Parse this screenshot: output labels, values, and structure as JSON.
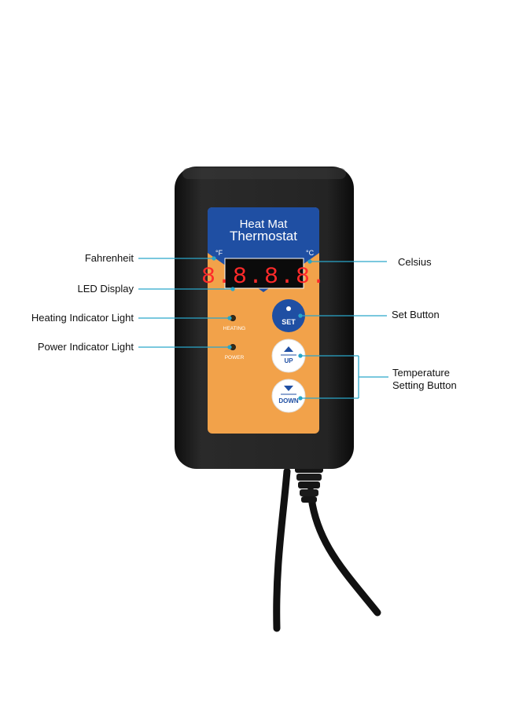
{
  "panel": {
    "title_line1": "Heat Mat",
    "title_line2": "Thermostat",
    "unit_f": "°F",
    "unit_c": "°C",
    "led_digits": "8.8.8.8.",
    "heating_label": "HEATING",
    "power_label": "POWER",
    "set_label": "SET",
    "up_label": "UP",
    "down_label": "DOWN"
  },
  "callouts": {
    "fahrenheit": "Fahrenheit",
    "celsius": "Celsius",
    "led_display": "LED Display",
    "set_button": "Set Button",
    "heating_indicator": "Heating Indicator Light",
    "power_indicator": "Power Indicator Light",
    "temp_setting_line1": "Temperature",
    "temp_setting_line2": "Setting Button"
  },
  "colors": {
    "housing": "#1c1c1c",
    "panel_blue": "#1f4fa3",
    "panel_orange": "#f2a24a",
    "leader_line": "#2aa6c9",
    "led_red": "#ff2a2a",
    "button_blue": "#1f4fa3"
  }
}
